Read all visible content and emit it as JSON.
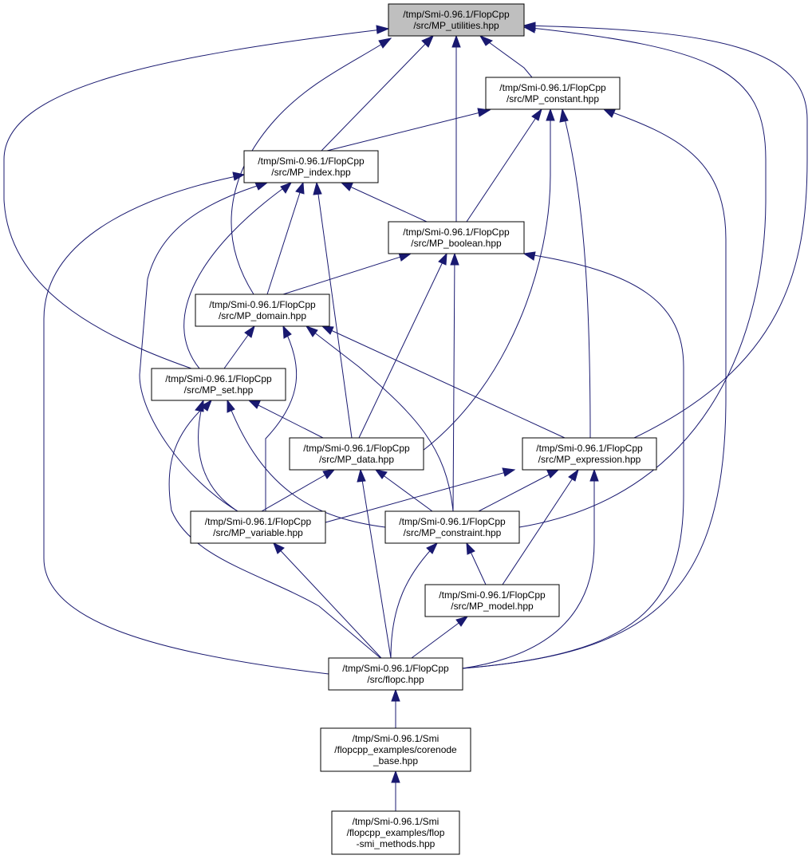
{
  "diagram": {
    "colors": {
      "edge": "#191970",
      "node_fill": "#ffffff",
      "highlight_fill": "#bfbfbf",
      "border": "#000000"
    },
    "nodes": [
      {
        "id": "utilities",
        "lines": [
          "/tmp/Smi-0.96.1/FlopCpp",
          "/src/MP_utilities.hpp"
        ],
        "highlight": true
      },
      {
        "id": "constant",
        "lines": [
          "/tmp/Smi-0.96.1/FlopCpp",
          "/src/MP_constant.hpp"
        ]
      },
      {
        "id": "index",
        "lines": [
          "/tmp/Smi-0.96.1/FlopCpp",
          "/src/MP_index.hpp"
        ]
      },
      {
        "id": "boolean",
        "lines": [
          "/tmp/Smi-0.96.1/FlopCpp",
          "/src/MP_boolean.hpp"
        ]
      },
      {
        "id": "domain",
        "lines": [
          "/tmp/Smi-0.96.1/FlopCpp",
          "/src/MP_domain.hpp"
        ]
      },
      {
        "id": "set",
        "lines": [
          "/tmp/Smi-0.96.1/FlopCpp",
          "/src/MP_set.hpp"
        ]
      },
      {
        "id": "data",
        "lines": [
          "/tmp/Smi-0.96.1/FlopCpp",
          "/src/MP_data.hpp"
        ]
      },
      {
        "id": "expression",
        "lines": [
          "/tmp/Smi-0.96.1/FlopCpp",
          "/src/MP_expression.hpp"
        ]
      },
      {
        "id": "variable",
        "lines": [
          "/tmp/Smi-0.96.1/FlopCpp",
          "/src/MP_variable.hpp"
        ]
      },
      {
        "id": "constraint",
        "lines": [
          "/tmp/Smi-0.96.1/FlopCpp",
          "/src/MP_constraint.hpp"
        ]
      },
      {
        "id": "model",
        "lines": [
          "/tmp/Smi-0.96.1/FlopCpp",
          "/src/MP_model.hpp"
        ]
      },
      {
        "id": "flopc",
        "lines": [
          "/tmp/Smi-0.96.1/FlopCpp",
          "/src/flopc.hpp"
        ]
      },
      {
        "id": "corenode",
        "lines": [
          "/tmp/Smi-0.96.1/Smi",
          "/flopcpp_examples/corenode",
          "_base.hpp"
        ]
      },
      {
        "id": "smimethods",
        "lines": [
          "/tmp/Smi-0.96.1/Smi",
          "/flopcpp_examples/flop",
          "-smi_methods.hpp"
        ]
      }
    ],
    "edges": [
      {
        "from": "constant",
        "to": "utilities"
      },
      {
        "from": "index",
        "to": "utilities"
      },
      {
        "from": "boolean",
        "to": "utilities"
      },
      {
        "from": "domain",
        "to": "utilities"
      },
      {
        "from": "set",
        "to": "utilities"
      },
      {
        "from": "expression",
        "to": "utilities"
      },
      {
        "from": "constraint",
        "to": "utilities"
      },
      {
        "from": "index",
        "to": "constant"
      },
      {
        "from": "boolean",
        "to": "constant"
      },
      {
        "from": "data",
        "to": "constant"
      },
      {
        "from": "expression",
        "to": "constant"
      },
      {
        "from": "flopc",
        "to": "constant"
      },
      {
        "from": "boolean",
        "to": "index"
      },
      {
        "from": "domain",
        "to": "index"
      },
      {
        "from": "set",
        "to": "index"
      },
      {
        "from": "data",
        "to": "index"
      },
      {
        "from": "variable",
        "to": "index"
      },
      {
        "from": "flopc",
        "to": "index"
      },
      {
        "from": "domain",
        "to": "boolean"
      },
      {
        "from": "data",
        "to": "boolean"
      },
      {
        "from": "constraint",
        "to": "boolean"
      },
      {
        "from": "flopc",
        "to": "boolean"
      },
      {
        "from": "set",
        "to": "domain"
      },
      {
        "from": "variable",
        "to": "domain"
      },
      {
        "from": "constraint",
        "to": "domain"
      },
      {
        "from": "expression",
        "to": "domain"
      },
      {
        "from": "data",
        "to": "set"
      },
      {
        "from": "variable",
        "to": "set"
      },
      {
        "from": "constraint",
        "to": "set"
      },
      {
        "from": "flopc",
        "to": "set"
      },
      {
        "from": "variable",
        "to": "data"
      },
      {
        "from": "constraint",
        "to": "data"
      },
      {
        "from": "flopc",
        "to": "data"
      },
      {
        "from": "variable",
        "to": "expression"
      },
      {
        "from": "constraint",
        "to": "expression"
      },
      {
        "from": "model",
        "to": "expression"
      },
      {
        "from": "flopc",
        "to": "expression"
      },
      {
        "from": "flopc",
        "to": "variable"
      },
      {
        "from": "model",
        "to": "constraint"
      },
      {
        "from": "flopc",
        "to": "constraint"
      },
      {
        "from": "flopc",
        "to": "model"
      },
      {
        "from": "corenode",
        "to": "flopc"
      },
      {
        "from": "smimethods",
        "to": "corenode"
      }
    ]
  }
}
